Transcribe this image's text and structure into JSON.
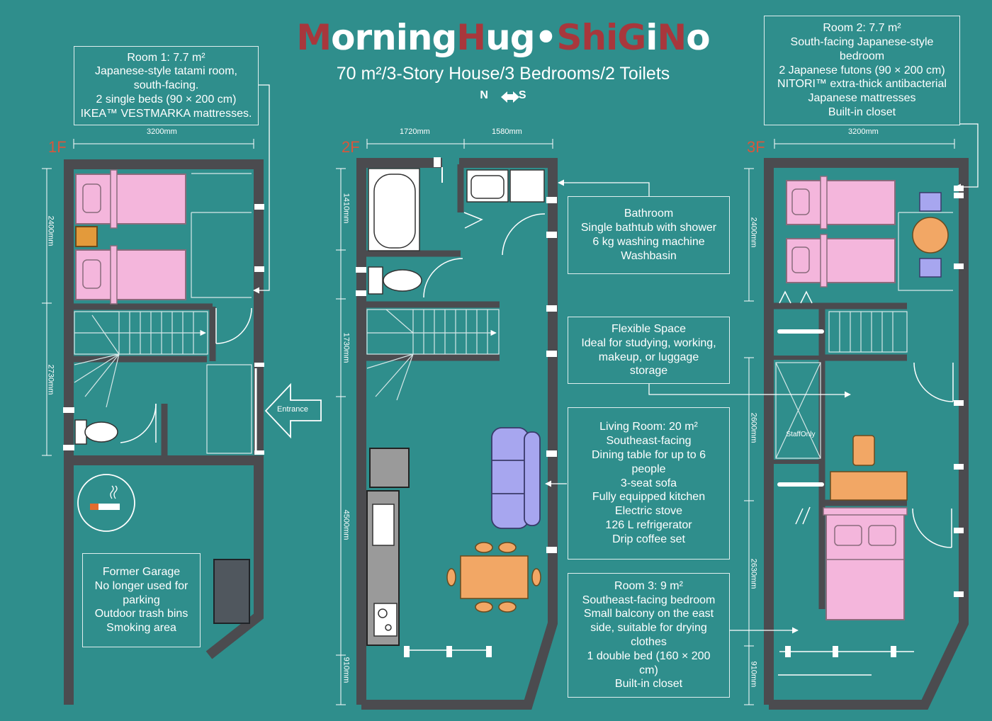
{
  "header": {
    "title_parts": [
      {
        "text": "M",
        "color": "#a8373c"
      },
      {
        "text": "orning",
        "color": "#ffffff"
      },
      {
        "text": "H",
        "color": "#a8373c"
      },
      {
        "text": "ug•",
        "color": "#ffffff"
      },
      {
        "text": "ShiG",
        "color": "#a8373c"
      },
      {
        "text": "i",
        "color": "#ffffff"
      },
      {
        "text": "N",
        "color": "#a8373c"
      },
      {
        "text": "o",
        "color": "#ffffff"
      }
    ],
    "subtitle": "70 m²/3-Story House/3 Bedrooms/2 Toilets",
    "compass_n": "N",
    "compass_s": "S"
  },
  "floors": {
    "f1": "1F",
    "f2": "2F",
    "f3": "3F"
  },
  "room1": [
    "Room 1: 7.7 m²",
    "Japanese-style tatami room,",
    "south-facing.",
    "2 single beds (90 × 200 cm)",
    "IKEA™ VESTMARKA mattresses."
  ],
  "room2": [
    "Room 2: 7.7 m²",
    "South-facing Japanese-style",
    "bedroom",
    "2 Japanese futons (90 × 200 cm)",
    "NITORI™ extra-thick antibacterial",
    "Japanese mattresses",
    "Built-in closet"
  ],
  "bathroom": [
    "Bathroom",
    "Single bathtub with shower",
    "6 kg washing machine",
    "Washbasin"
  ],
  "flexible": [
    "Flexible Space",
    "Ideal for studying, working,",
    "makeup, or luggage",
    "storage"
  ],
  "living": [
    "Living Room: 20 m²",
    "Southeast-facing",
    "Dining table for up to 6",
    "people",
    "3-seat sofa",
    "Fully equipped kitchen",
    "Electric stove",
    "126 L refrigerator",
    "Drip coffee set"
  ],
  "room3": [
    "Room 3: 9 m²",
    "Southeast-facing bedroom",
    "Small balcony on the east",
    "side, suitable for drying",
    "clothes",
    "1 double bed (160 × 200",
    "cm)",
    "Built-in closet"
  ],
  "garage": [
    "Former Garage",
    "No longer used for",
    "parking",
    "Outdoor trash bins",
    "Smoking area"
  ],
  "entrance": "Entrance",
  "staff_only": [
    "Staff",
    "Only"
  ],
  "dimensions": {
    "f1_width": "3200mm",
    "f1_h1": "2400mm",
    "f1_h2": "2730mm",
    "f2_w1": "1720mm",
    "f2_w2": "1580mm",
    "f2_h1": "1410mm",
    "f2_h2": "1730mm",
    "f2_h3": "4500mm",
    "f2_h4": "910mm",
    "f3_width": "3200mm",
    "f3_h1": "2400mm",
    "f3_h2": "2600mm",
    "f3_h3": "2630mm",
    "f3_h4": "910mm"
  },
  "colors": {
    "background": "#2f8e8c",
    "wall": "#4b4b4f",
    "bed": "#f4b6dc",
    "sofa": "#a7a6ef",
    "table": "#f2a765",
    "title_red": "#a8373c",
    "floor_label": "#d9563b"
  },
  "icons": [
    "no-smoking-icon",
    "compass-arrow-icon",
    "entrance-arrow-icon"
  ]
}
